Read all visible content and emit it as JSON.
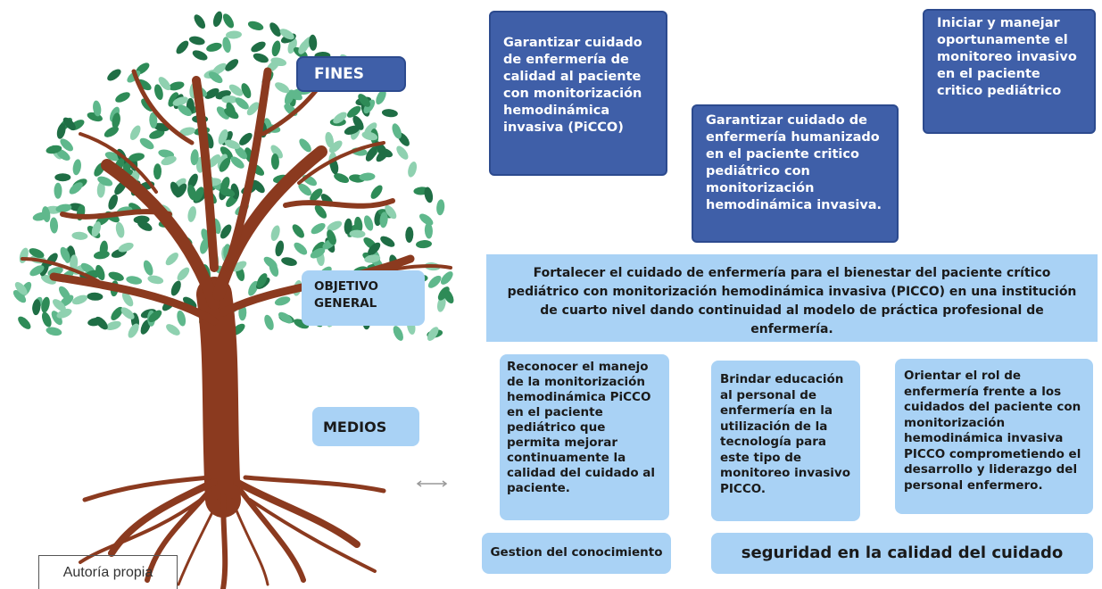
{
  "labels": {
    "fines": "FINES",
    "objetivo_general": "OBJETIVO GENERAL",
    "medios": "MEDIOS"
  },
  "fines": [
    "Garantizar cuidado de enfermería de calidad al paciente con monitorización hemodinámica invasiva (PiCCO)",
    "Garantizar cuidado de enfermería humanizado en el paciente critico pediátrico  con monitorización hemodinámica invasiva.",
    "Iniciar y manejar oportunamente el monitoreo invasivo en el paciente critico pediátrico"
  ],
  "objetivo_general": "Fortalecer el cuidado de enfermería para el bienestar del paciente crítico pediátrico con monitorización hemodinámica invasiva (PICCO) en una institución de cuarto nivel dando continuidad al modelo de práctica profesional de enfermería.",
  "medios": [
    "Reconocer el manejo de la monitorización hemodinámica PiCCO en el paciente pediátrico que permita mejorar continuamente la calidad del cuidado al paciente.",
    "Brindar educación al personal de enfermería en la utilización de la tecnología para este tipo de monitoreo invasivo PICCO.",
    "Orientar el rol de enfermería frente a los cuidados del paciente con monitorización hemodinámica invasiva PICCO comprometiendo el desarrollo y liderazgo del personal enfermero."
  ],
  "bottom": {
    "gestion": "Gestion del conocimiento",
    "seguridad": "seguridad en la calidad del cuidado"
  },
  "caption": "Autoría propia",
  "colors": {
    "dark_box": "#3f5fa8",
    "light_box": "#a9d2f5",
    "trunk": "#8b3a1f",
    "leaf_green": "#2e8b57",
    "leaf_light": "#8fd1b0"
  }
}
